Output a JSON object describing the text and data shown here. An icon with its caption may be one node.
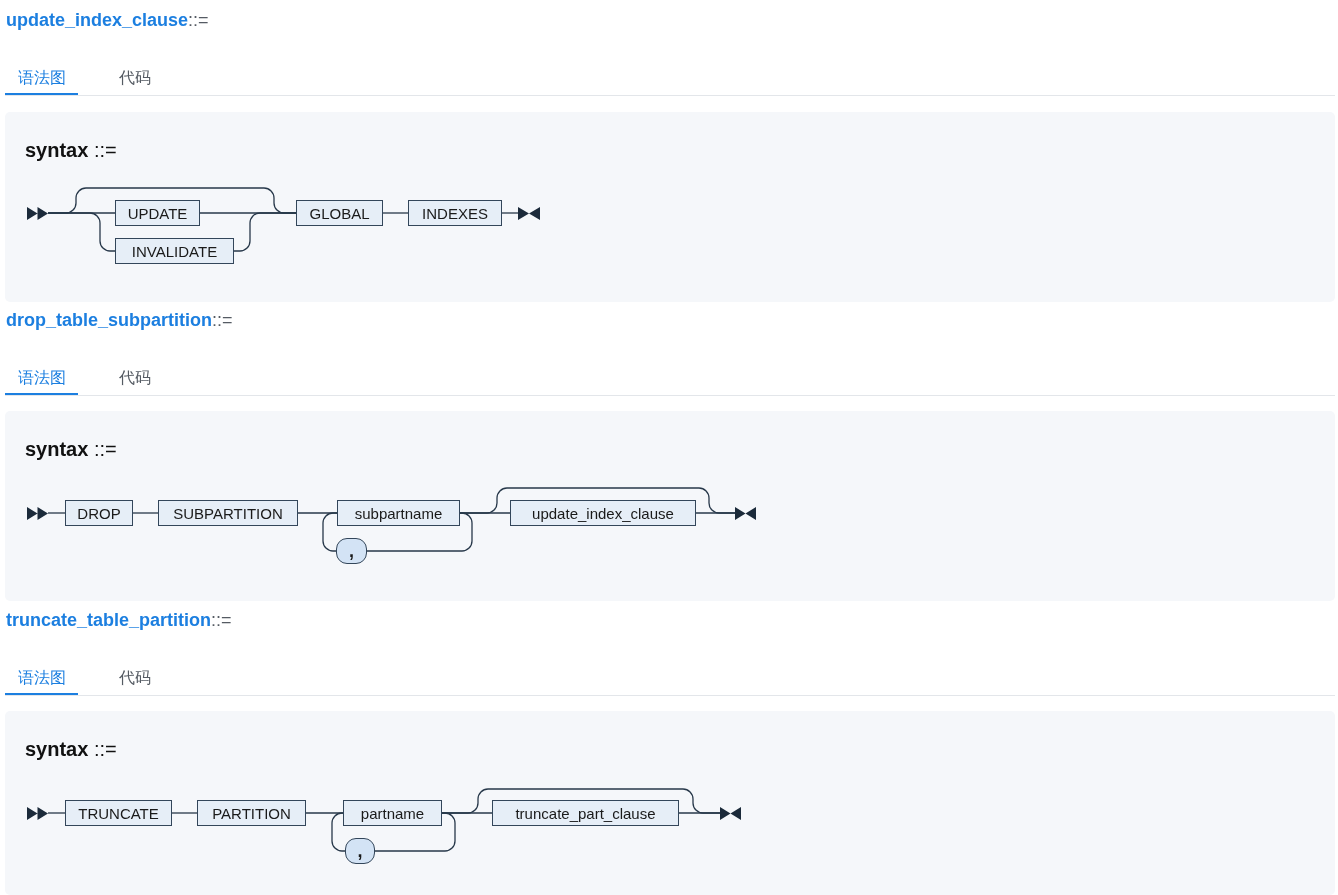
{
  "diagram": {
    "nodes": [
      {
        "text": [
          "**syntax** ::="
        ]
      },
      {
        "text": [],
        "shape": "arrowhead",
        "in": 0
      },
      {
        "text": [
          "UPDATE"
        ],
        "in": 0
      },
      {
        "text": [
          "INVALIDATE"
        ],
        "in": 0
      },
      {
        "text": [
          "GLOBAL"
        ],
        "in": 0
      },
      {
        "text": [
          "INDEXES"
        ],
        "in": 0
      },
      {
        "text": [],
        "shape": "bowtie",
        "in": 0
      },
      {
        "text": [
          "**syntax** ::="
        ]
      },
      {
        "text": [],
        "shape": "arrowhead",
        "in": 7
      },
      {
        "text": [
          "DROP"
        ],
        "in": 7
      },
      {
        "text": [
          "SUBPARTITION"
        ],
        "in": 7
      },
      {
        "text": [
          "subpartname"
        ],
        "in": 7
      },
      {
        "text": [
          ","
        ],
        "in": 7
      },
      {
        "text": [
          "update_index_clause"
        ],
        "in": 7
      },
      {
        "text": [],
        "shape": "bowtie",
        "in": 7
      },
      {
        "text": [
          "**syntax** ::="
        ]
      },
      {
        "text": [],
        "shape": "arrowhead",
        "in": 15
      },
      {
        "text": [
          "TRUNCATE"
        ],
        "in": 15
      },
      {
        "text": [
          "PARTITION"
        ],
        "in": 15
      },
      {
        "text": [
          "partname"
        ],
        "in": 15
      },
      {
        "text": [
          ","
        ],
        "in": 15
      },
      {
        "text": [
          "truncate_part_clause"
        ],
        "in": 15
      },
      {
        "text": [],
        "shape": "bowtie",
        "in": 15
      }
    ],
    "edges": [
      {
        "from": 1,
        "to": 2,
        "arrow": "none"
      },
      {
        "from": 1,
        "to": 3,
        "arrow": "none"
      },
      {
        "from": 1,
        "to": 4,
        "arrow": "none"
      },
      {
        "from": 2,
        "to": 4,
        "arrow": "none"
      },
      {
        "from": 3,
        "to": 4,
        "arrow": "none"
      },
      {
        "from": 4,
        "to": 5,
        "arrow": "none"
      },
      {
        "from": 5,
        "to": 6,
        "arrow": "none"
      },
      {
        "from": 8,
        "to": 9,
        "arrow": "none"
      },
      {
        "from": 9,
        "to": 10,
        "arrow": "none"
      },
      {
        "from": 10,
        "to": 11,
        "arrow": "none"
      },
      {
        "from": 11,
        "to": 12,
        "arrow": "none"
      },
      {
        "from": 12,
        "to": 11,
        "arrow": "none"
      },
      {
        "from": 11,
        "to": 13,
        "arrow": "none"
      },
      {
        "from": 11,
        "to": 14,
        "arrow": "none"
      },
      {
        "from": 13,
        "to": 14,
        "arrow": "none"
      },
      {
        "from": 16,
        "to": 17,
        "arrow": "none"
      },
      {
        "from": 17,
        "to": 18,
        "arrow": "none"
      },
      {
        "from": 18,
        "to": 19,
        "arrow": "none"
      },
      {
        "from": 19,
        "to": 20,
        "arrow": "none"
      },
      {
        "from": 20,
        "to": 19,
        "arrow": "none"
      },
      {
        "from": 19,
        "to": 21,
        "arrow": "none"
      },
      {
        "from": 19,
        "to": 22,
        "arrow": "none"
      },
      {
        "from": 21,
        "to": 22,
        "arrow": "none"
      }
    ],
    "labels": [
      "update_index_clause",
      "::=",
      "语法图",
      "代码",
      "drop_table_subpartition",
      "::=",
      "语法图",
      "代码",
      "truncate_table_partition",
      "::=",
      "语法图",
      "代码"
    ]
  }
}
